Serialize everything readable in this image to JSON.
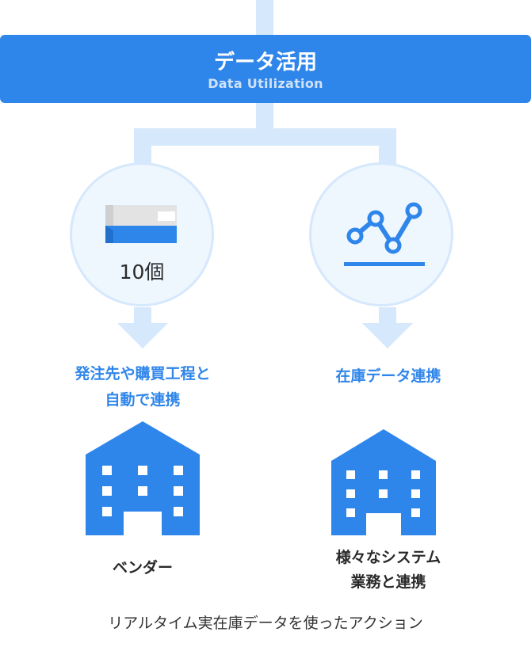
{
  "banner": {
    "title": "データ活用",
    "subtitle": "Data Utilization"
  },
  "left_branch": {
    "icon": "inventory-box-icon",
    "count": "10個",
    "caption_line1": "発注先や購買工程と",
    "caption_line2": "自動で連携",
    "building_icon": "building-icon",
    "building_label": "ベンダー"
  },
  "right_branch": {
    "icon": "line-chart-icon",
    "caption": "在庫データ連携",
    "building_icon": "building-icon",
    "building_label_line1": "様々なシステム",
    "building_label_line2": "業務と連携"
  },
  "footer": {
    "text": "リアルタイム実在庫データを使ったアクション"
  },
  "colors": {
    "primary": "#2f86ea",
    "light": "#d6e8fc",
    "circle_fill": "#eef6fe",
    "text": "#2a2a2a"
  }
}
